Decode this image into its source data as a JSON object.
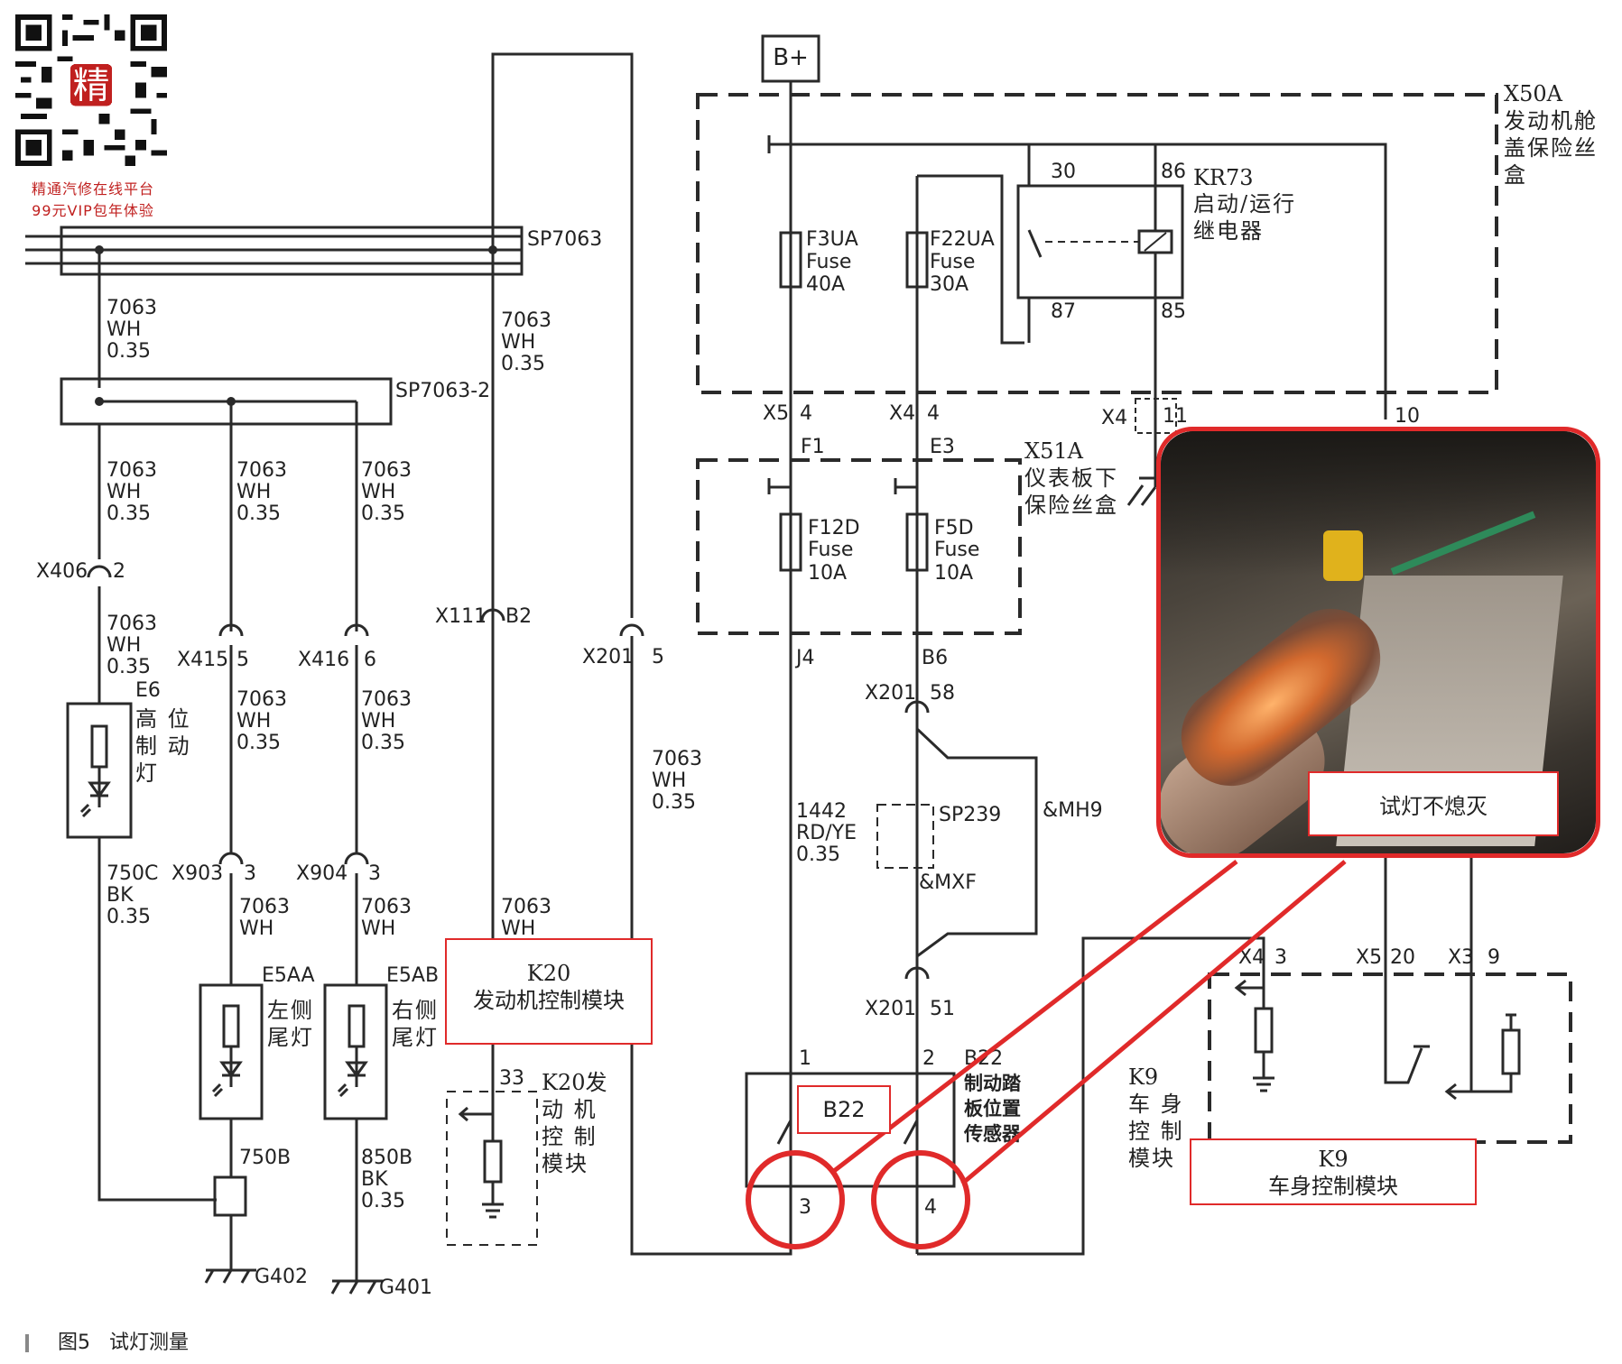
{
  "watermark": {
    "line1": "精通汽修在线平台",
    "line2": "99元VIP包年体验",
    "qr_center_char": "精"
  },
  "caption": {
    "figure_no": "图5",
    "title": "试灯测量"
  },
  "power": {
    "bplus": "B+"
  },
  "fuse_boxes": {
    "engine": {
      "id": "X50A",
      "line1": "发动机舱",
      "line2": "盖保险丝",
      "line3": "盒"
    },
    "dash": {
      "id": "X51A",
      "line1": "仪表板下",
      "line2": "保险丝盒"
    }
  },
  "relay": {
    "id": "KR73",
    "line1": "启动/运行",
    "line2": "继电器",
    "pins": [
      "30",
      "86",
      "87",
      "85"
    ]
  },
  "fuses": [
    {
      "id": "F3UA",
      "type": "Fuse",
      "rating": "40A"
    },
    {
      "id": "F22UA",
      "type": "Fuse",
      "rating": "30A"
    },
    {
      "id": "F12D",
      "type": "Fuse",
      "rating": "10A"
    },
    {
      "id": "F5D",
      "type": "Fuse",
      "rating": "10A"
    }
  ],
  "connectors": {
    "x5": "X5",
    "x5_pin": "4",
    "x4a": "X4",
    "x4a_pin": "4",
    "x4b": "X4",
    "x4b_pin": "11",
    "pin10": "10",
    "f1": "F1",
    "e3": "E3",
    "j4": "J4",
    "b6": "B6",
    "x201_58": "X201",
    "pin58": "58",
    "x201_51": "X201",
    "pin51": "51",
    "x201_5": "X201",
    "pin5": "5",
    "x111": "X111",
    "pinB2": "B2",
    "x406": "X406",
    "pin2": "2",
    "x415": "X415",
    "pin5b": "5",
    "x416": "X416",
    "pin6": "6",
    "x903": "X903",
    "pin3a": "3",
    "x904": "X904",
    "pin3b": "3",
    "k9_x4": "X4",
    "k9_x4_pin": "3",
    "k9_x5": "X5",
    "k9_x5_pin": "20",
    "k9_x3": "X3",
    "k9_x3_pin": "9",
    "k20_pin": "33"
  },
  "splices": {
    "sp1": "SP7063",
    "sp2": "SP7063-2",
    "sp239": "SP239",
    "mh9": "&MH9",
    "mxf": "&MXF"
  },
  "wire_label": {
    "circuit": "7063",
    "color": "WH",
    "gauge": "0.35"
  },
  "wire_1442": {
    "circuit": "1442",
    "color": "RD/YE",
    "gauge": "0.35"
  },
  "wire_750c": {
    "circuit": "750C",
    "color": "BK",
    "gauge": "0.35"
  },
  "wire_750b": {
    "circuit": "750B"
  },
  "wire_850b": {
    "circuit": "850B",
    "color": "BK",
    "gauge": "0.35"
  },
  "lamps": {
    "e6": {
      "id": "E6",
      "line1": "高 位",
      "line2": "制 动",
      "line3": "灯"
    },
    "e5aa": {
      "id": "E5AA",
      "line1": "左侧",
      "line2": "尾灯"
    },
    "e5ab": {
      "id": "E5AB",
      "line1": "右侧",
      "line2": "尾灯"
    }
  },
  "grounds": {
    "g402": "G402",
    "g401": "G401"
  },
  "k20": {
    "label": "K20",
    "name": "发动机控制模块",
    "side1": "K20发",
    "side2": "动 机",
    "side3": "控 制",
    "side4": "模块"
  },
  "k9": {
    "label": "K9",
    "name": "车身控制模块",
    "side1": "K9",
    "side2": "车 身",
    "side3": "控 制",
    "side4": "模块"
  },
  "b22": {
    "label": "B22",
    "id": "B22",
    "line1": "制动踏",
    "line2": "板位置",
    "line3": "传感器",
    "pins": [
      "1",
      "2",
      "3",
      "4"
    ]
  },
  "photo_note": "试灯不熄灭",
  "colors": {
    "highlight": "#e02a2a",
    "wire": "#2a2a2a",
    "watermark": "#c0201f"
  }
}
